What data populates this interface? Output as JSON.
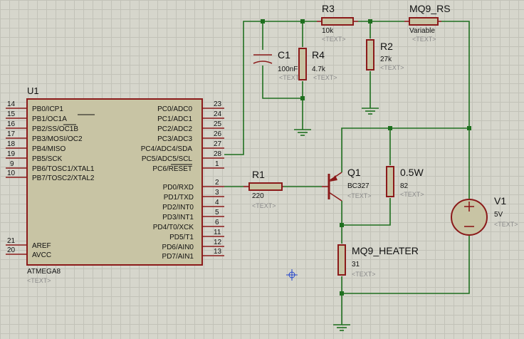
{
  "parts": {
    "r3": {
      "ref": "R3",
      "value": "10k",
      "tag": "<TEXT>"
    },
    "mq9_rs": {
      "ref": "MQ9_RS",
      "value": "Variable",
      "tag": "<TEXT>"
    },
    "c1": {
      "ref": "C1",
      "value": "100nF",
      "tag": "<TEXT>"
    },
    "r4": {
      "ref": "R4",
      "value": "4.7k",
      "tag": "<TEXT>"
    },
    "r2": {
      "ref": "R2",
      "value": "27k",
      "tag": "<TEXT>"
    },
    "r_05w": {
      "ref": "0.5W",
      "value": "82",
      "tag": "<TEXT>"
    },
    "r1": {
      "ref": "R1",
      "value": "220",
      "tag": "<TEXT>"
    },
    "q1": {
      "ref": "Q1",
      "value": "BC327",
      "tag": "<TEXT>"
    },
    "mq9_heater": {
      "ref": "MQ9_HEATER",
      "value": "31",
      "tag": "<TEXT>"
    },
    "v1": {
      "ref": "V1",
      "value": "5V",
      "tag": "<TEXT>"
    }
  },
  "mcu": {
    "ref": "U1",
    "part": "ATMEGA8",
    "tag": "<TEXT>",
    "left": [
      {
        "num": "14",
        "label": "PB0/ICP1"
      },
      {
        "num": "15",
        "label": "PB1/OC1A"
      },
      {
        "num": "16",
        "label": "PB2/SS/OC1B"
      },
      {
        "num": "17",
        "label": "PB3/MOSI/OC2"
      },
      {
        "num": "18",
        "label": "PB4/MISO"
      },
      {
        "num": "19",
        "label": "PB5/SCK"
      },
      {
        "num": "9",
        "label": "PB6/TOSC1/XTAL1"
      },
      {
        "num": "10",
        "label": "PB7/TOSC2/XTAL2"
      },
      {
        "num": "21",
        "label": "AREF"
      },
      {
        "num": "20",
        "label": "AVCC"
      }
    ],
    "right": [
      {
        "num": "23",
        "label": "PC0/ADC0"
      },
      {
        "num": "24",
        "label": "PC1/ADC1"
      },
      {
        "num": "25",
        "label": "PC2/ADC2"
      },
      {
        "num": "26",
        "label": "PC3/ADC3"
      },
      {
        "num": "27",
        "label": "PC4/ADC4/SDA"
      },
      {
        "num": "28",
        "label": "PC5/ADC5/SCL"
      },
      {
        "num": "1",
        "label": "PC6/RESET"
      },
      {
        "num": "2",
        "label": "PD0/RXD"
      },
      {
        "num": "3",
        "label": "PD1/TXD"
      },
      {
        "num": "4",
        "label": "PD2/INT0"
      },
      {
        "num": "5",
        "label": "PD3/INT1"
      },
      {
        "num": "6",
        "label": "PD4/T0/XCK"
      },
      {
        "num": "11",
        "label": "PD5/T1"
      },
      {
        "num": "12",
        "label": "PD6/AIN0"
      },
      {
        "num": "13",
        "label": "PD7/AIN1"
      }
    ]
  },
  "colors": {
    "background": "#d6d6cc",
    "wire": "#1f6f1f",
    "component_outline": "#8b1a1a",
    "component_fill": "#c8c4a4",
    "text_tag": "#8a8a8a"
  }
}
